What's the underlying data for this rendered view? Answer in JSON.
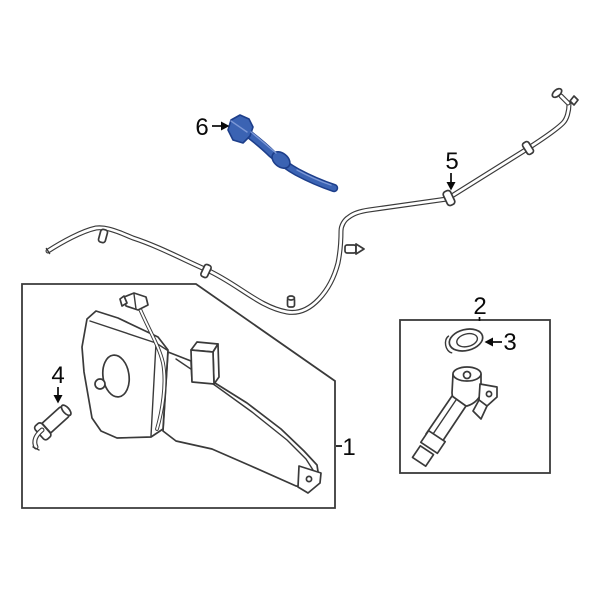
{
  "diagram": {
    "colors": {
      "background": "#ffffff",
      "line": "#3a3a3a",
      "label": "#0a0a0a",
      "highlight_fill": "#3b63b3",
      "highlight_stroke": "#1d3e8a"
    },
    "callouts": {
      "c1": {
        "label": "1"
      },
      "c2": {
        "label": "2"
      },
      "c3": {
        "label": "3"
      },
      "c4": {
        "label": "4"
      },
      "c5": {
        "label": "5"
      },
      "c6": {
        "label": "6"
      }
    }
  }
}
